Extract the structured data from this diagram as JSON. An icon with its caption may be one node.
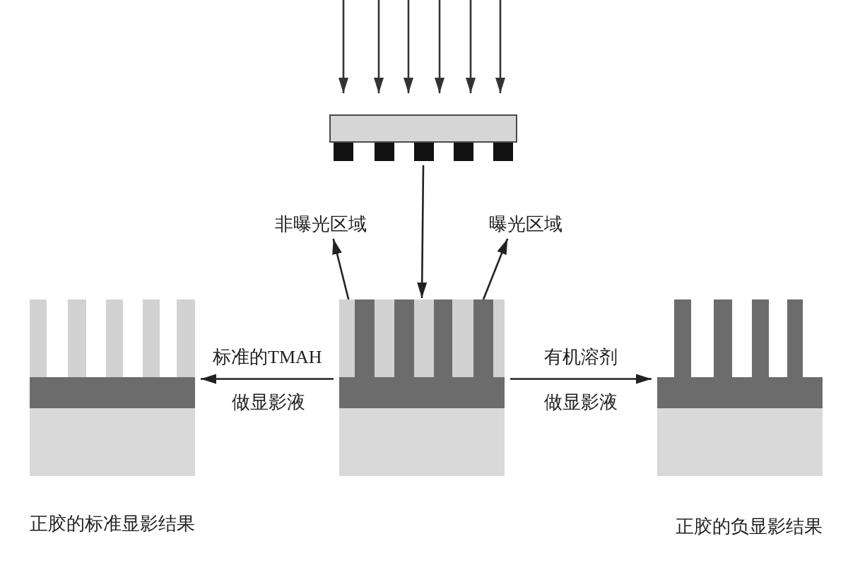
{
  "diagram": {
    "nodes": [
      {
        "text": [],
        "shape": "box"
      },
      {
        "text": [
          "非曝光区域"
        ]
      },
      {
        "text": [
          "曝光区域"
        ]
      },
      {
        "text": [],
        "shape": "picture",
        "beside": [
          "正胶的标准显影结果"
        ]
      },
      {
        "text": [],
        "shape": "picture"
      },
      {
        "text": [],
        "shape": "bar",
        "in": 4
      },
      {
        "text": [],
        "shape": "bar",
        "in": 4
      },
      {
        "text": [],
        "shape": "picture",
        "beside": [
          "正胶的负显影结果"
        ]
      }
    ],
    "edges": [
      {
        "from": 0,
        "to": 4,
        "arrow": "to"
      },
      {
        "from": 5,
        "to": 1,
        "arrow": "to"
      },
      {
        "from": 6,
        "to": 2,
        "arrow": "to"
      },
      {
        "from": 4,
        "to": 3,
        "arrow": "to",
        "label": "标准的TMAH"
      },
      {
        "from": 4,
        "to": 7,
        "arrow": "to",
        "label": "有机溶剂"
      }
    ],
    "labels": [
      "做显影液",
      "做显影液"
    ]
  }
}
